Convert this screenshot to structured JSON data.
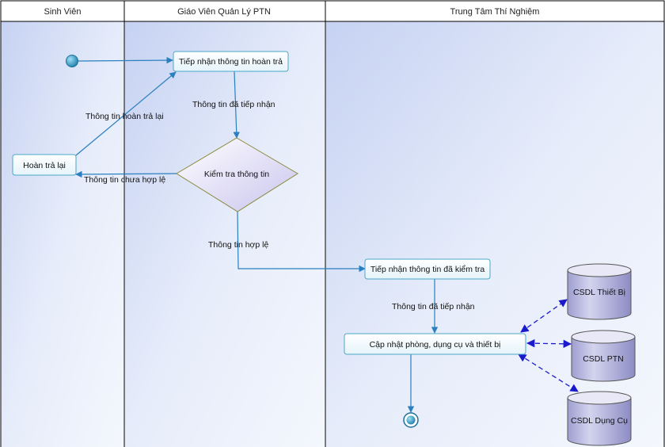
{
  "lanes": [
    {
      "title": "Sinh Viên"
    },
    {
      "title": "Giáo Viên Quản Lý PTN"
    },
    {
      "title": "Trung Tâm Thí Nghiệm"
    }
  ],
  "nodes": {
    "receive_return": "Tiếp nhận thông tin hoàn trả",
    "return_again": "Hoàn trả lại",
    "check_info": "Kiểm tra thông tin",
    "receive_checked": "Tiếp nhận thông tin đã kiểm tra",
    "update": "Cập nhật phòng, dụng cụ và thiết bị"
  },
  "databases": {
    "equipment": "CSDL Thiết Bị",
    "lab": "CSDL PTN",
    "tools": "CSDL Dụng Cụ"
  },
  "edge_labels": {
    "received_1": "Thông tin đã tiếp nhận",
    "return_info": "Thông tin hoàn trả lại",
    "invalid": "Thông tin chưa hợp lệ",
    "valid": "Thông tin hợp lệ",
    "received_2": "Thông tin đã tiếp nhận"
  },
  "colors": {
    "lane_header": "#ffffff",
    "lane_body_light": "#e9eefb",
    "lane_body_dark": "#c8d4f3",
    "arrow": "#2a7fbf",
    "dashed_arrow": "#1a1acc",
    "node_border": "#4aa7c8",
    "diamond_border": "#8a8a3a",
    "db_fill": "#b9b9e0"
  }
}
